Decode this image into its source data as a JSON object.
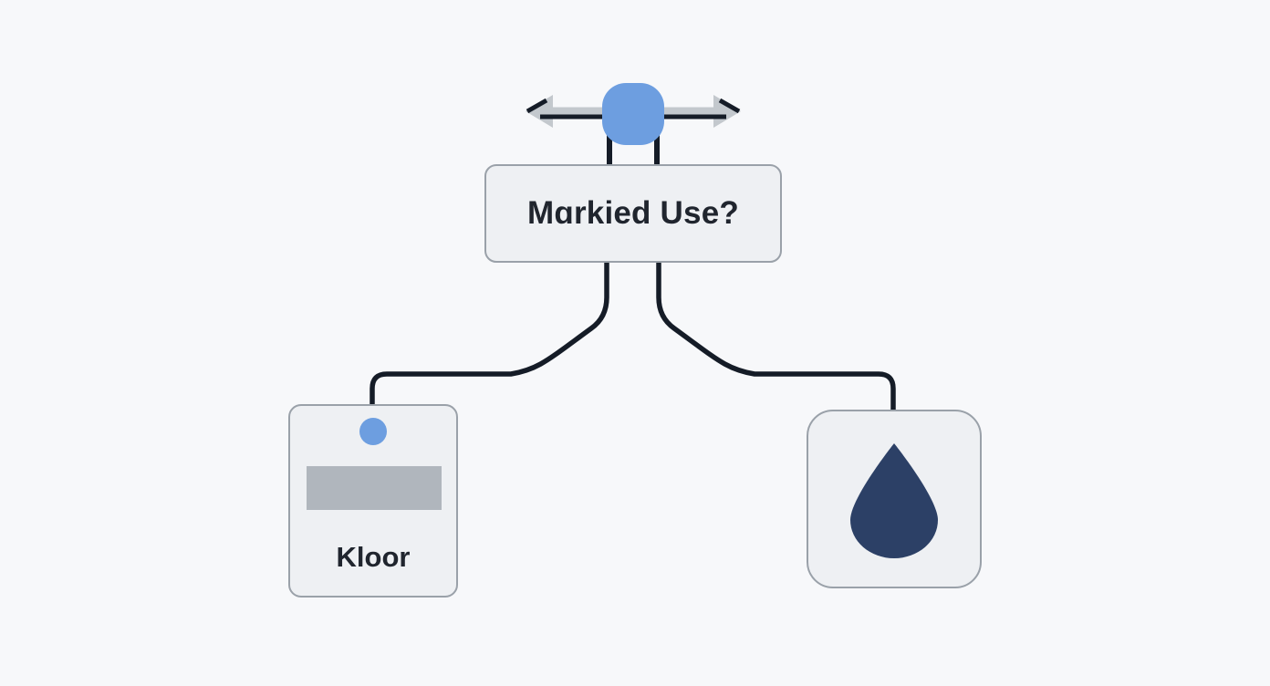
{
  "diagram": {
    "background_color": "#f7f8fa",
    "accent_blue": "#6d9ee0",
    "dark_navy": "#2c4066",
    "line_color": "#151c27",
    "border_color": "#9aa1a9",
    "panel_fill": "#eef0f3",
    "bar_gray": "#b0b6bd",
    "arrow_gray": "#c3c8cd"
  },
  "top_control": {
    "knob_name": "slider-knob",
    "left_arrow_label": "left-arrow",
    "right_arrow_label": "right-arrow"
  },
  "decision": {
    "label": "Mɑrkied Use?"
  },
  "nodes": [
    {
      "id": "left-card",
      "label": "Kloor",
      "has_dot": true,
      "has_bar": true
    },
    {
      "id": "right-card",
      "icon": "water-droplet-icon",
      "label": ""
    }
  ]
}
